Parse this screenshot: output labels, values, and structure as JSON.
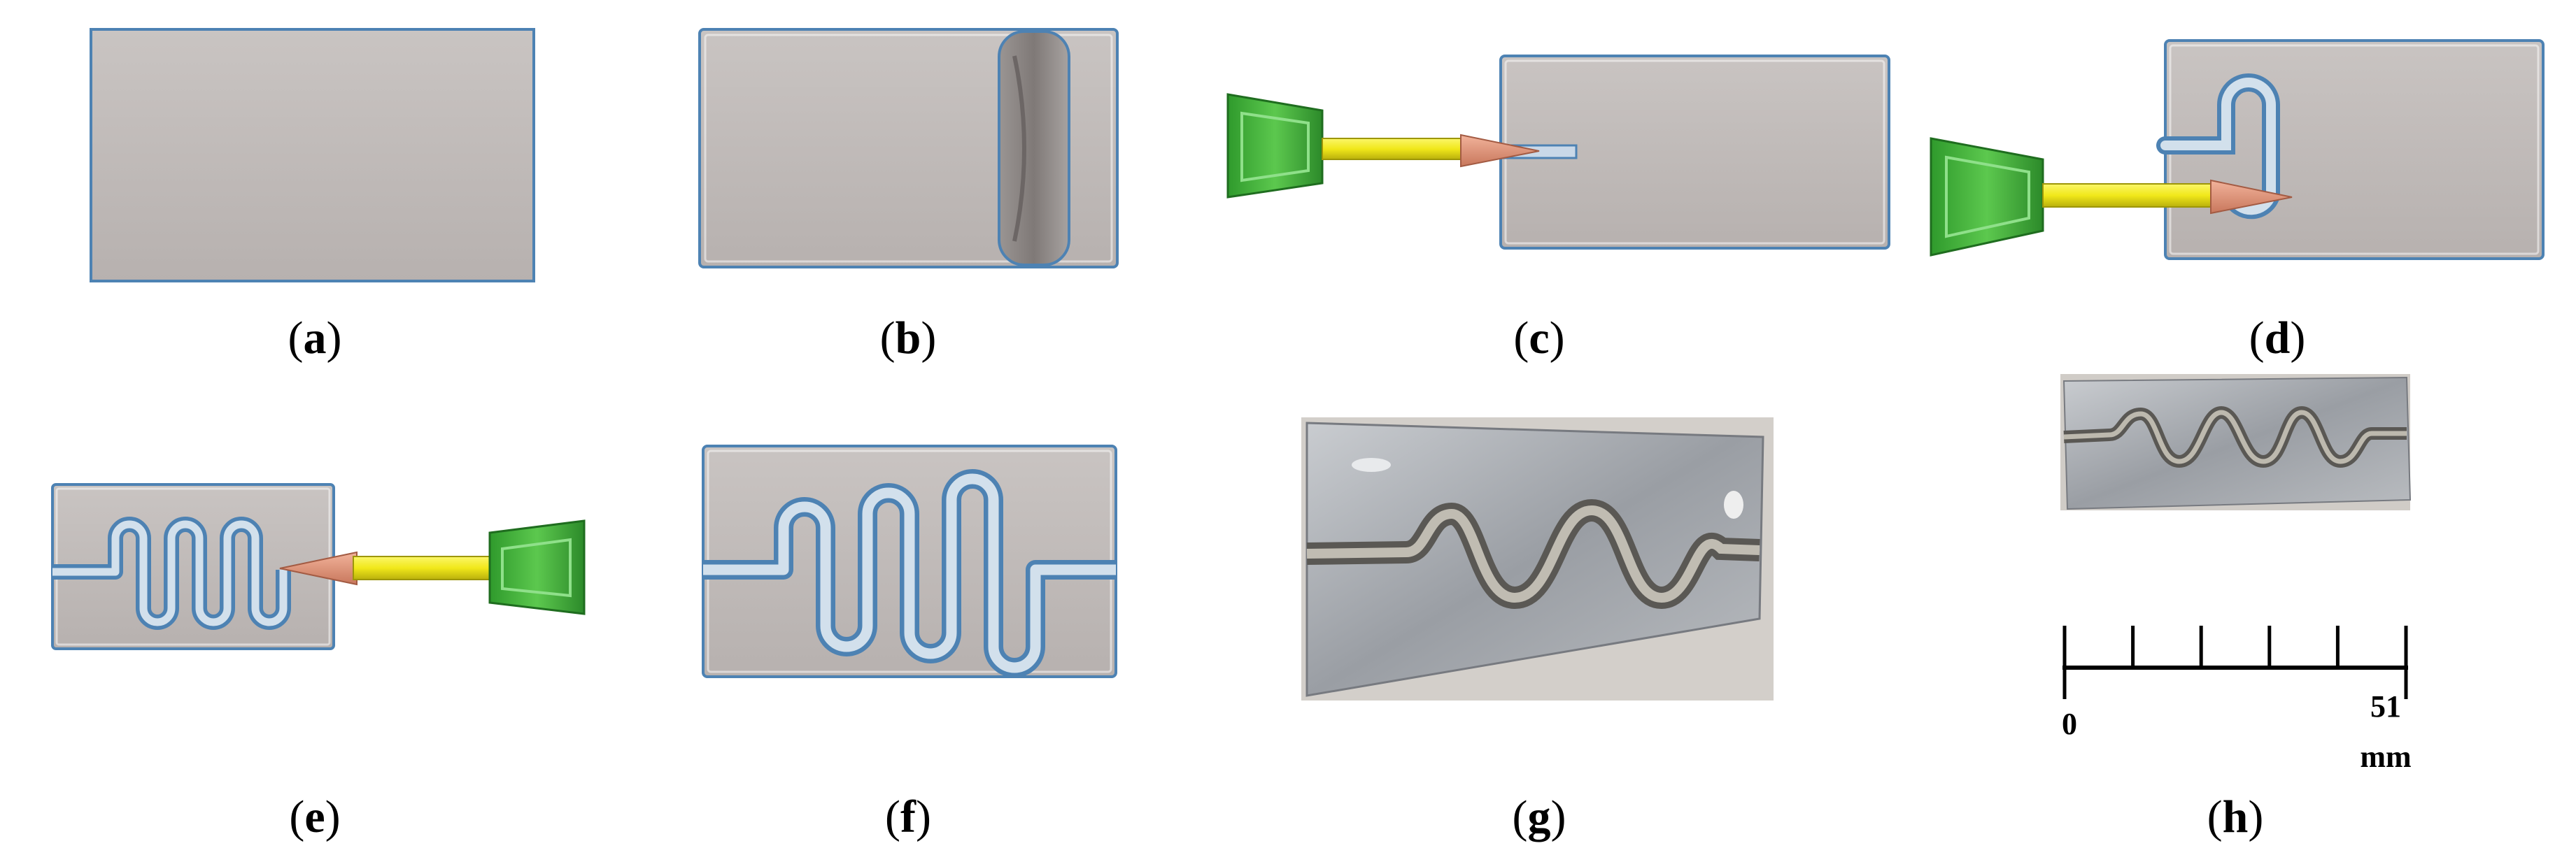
{
  "panels": [
    {
      "id": "a",
      "label": "a"
    },
    {
      "id": "b",
      "label": "b"
    },
    {
      "id": "c",
      "label": "c"
    },
    {
      "id": "d",
      "label": "d"
    },
    {
      "id": "e",
      "label": "e"
    },
    {
      "id": "f",
      "label": "f"
    },
    {
      "id": "g",
      "label": "g"
    },
    {
      "id": "h",
      "label": "h"
    }
  ],
  "scale_bar": {
    "start_label": "0",
    "end_label": "51",
    "unit": "mm",
    "major_ticks": 6
  },
  "colors": {
    "plate": "#bdb7b5",
    "plate_edge": "#4d82b3",
    "tool_body": "#46b83c",
    "tool_dark": "#1f7d1f",
    "shank": "#f4ef1a",
    "tip": "#e0957a",
    "metal": "#a6a9ae"
  }
}
